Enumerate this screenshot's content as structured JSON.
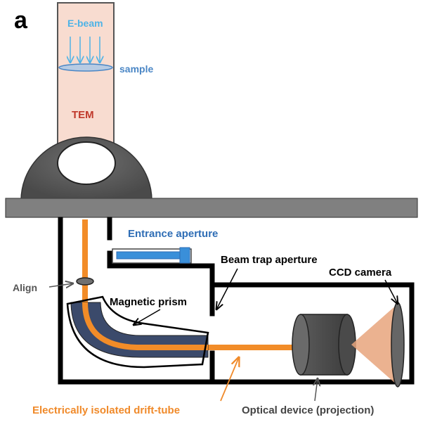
{
  "panel_letter": "a",
  "labels": {
    "ebeam": "E-beam",
    "sample": "sample",
    "tem": "TEM",
    "entrance_aperture": "Entrance aperture",
    "beam_trap_aperture": "Beam trap aperture",
    "ccd_camera": "CCD camera",
    "align": "Align",
    "magnetic_prism": "Magnetic prism",
    "drift_tube": "Electrically isolated drift-tube",
    "optical_device": "Optical device (projection)"
  },
  "colors": {
    "ebeam_label": "#4fb3e6",
    "sample_label": "#4a86c5",
    "tem_label": "#c0392b",
    "entrance_label": "#2e6db5",
    "drift_label": "#f08a2a",
    "beam_line": "#f28c28",
    "prism_body": "#3b4a6b",
    "column_fill": "#f8dcd0",
    "dark_gray": "#555555",
    "table_gray": "#808080",
    "camera_cone": "#e8a47c"
  }
}
